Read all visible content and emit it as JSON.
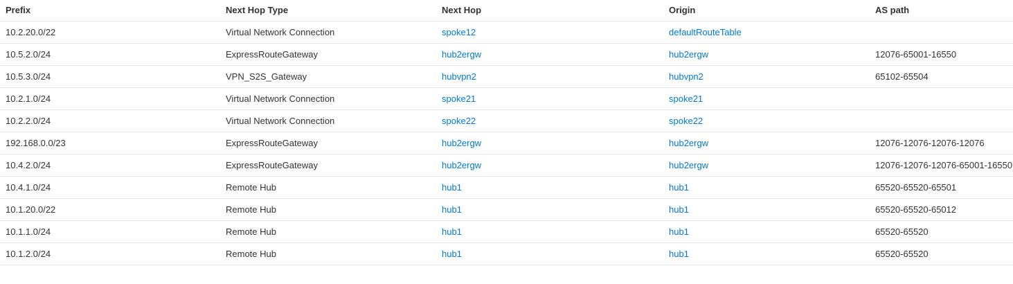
{
  "table": {
    "columns": [
      {
        "key": "prefix",
        "label": "Prefix"
      },
      {
        "key": "hop_type",
        "label": "Next Hop Type"
      },
      {
        "key": "next_hop",
        "label": "Next Hop"
      },
      {
        "key": "origin",
        "label": "Origin"
      },
      {
        "key": "as_path",
        "label": "AS path"
      }
    ],
    "link_color": "#0078d4",
    "text_color": "#323130",
    "row_divider_color": "#e6e6e6",
    "rows": [
      {
        "prefix": "10.2.20.0/22",
        "hop_type": "Virtual Network Connection",
        "next_hop": "spoke12",
        "origin": "defaultRouteTable",
        "as_path": ""
      },
      {
        "prefix": "10.5.2.0/24",
        "hop_type": "ExpressRouteGateway",
        "next_hop": "hub2ergw",
        "origin": "hub2ergw",
        "as_path": "12076-65001-16550"
      },
      {
        "prefix": "10.5.3.0/24",
        "hop_type": "VPN_S2S_Gateway",
        "next_hop": "hubvpn2",
        "origin": "hubvpn2",
        "as_path": "65102-65504"
      },
      {
        "prefix": "10.2.1.0/24",
        "hop_type": "Virtual Network Connection",
        "next_hop": "spoke21",
        "origin": "spoke21",
        "as_path": ""
      },
      {
        "prefix": "10.2.2.0/24",
        "hop_type": "Virtual Network Connection",
        "next_hop": "spoke22",
        "origin": "spoke22",
        "as_path": ""
      },
      {
        "prefix": "192.168.0.0/23",
        "hop_type": "ExpressRouteGateway",
        "next_hop": "hub2ergw",
        "origin": "hub2ergw",
        "as_path": "12076-12076-12076-12076"
      },
      {
        "prefix": "10.4.2.0/24",
        "hop_type": "ExpressRouteGateway",
        "next_hop": "hub2ergw",
        "origin": "hub2ergw",
        "as_path": "12076-12076-12076-65001-16550"
      },
      {
        "prefix": "10.4.1.0/24",
        "hop_type": "Remote Hub",
        "next_hop": "hub1",
        "origin": "hub1",
        "as_path": "65520-65520-65501"
      },
      {
        "prefix": "10.1.20.0/22",
        "hop_type": "Remote Hub",
        "next_hop": "hub1",
        "origin": "hub1",
        "as_path": "65520-65520-65012"
      },
      {
        "prefix": "10.1.1.0/24",
        "hop_type": "Remote Hub",
        "next_hop": "hub1",
        "origin": "hub1",
        "as_path": "65520-65520"
      },
      {
        "prefix": "10.1.2.0/24",
        "hop_type": "Remote Hub",
        "next_hop": "hub1",
        "origin": "hub1",
        "as_path": "65520-65520"
      }
    ]
  }
}
